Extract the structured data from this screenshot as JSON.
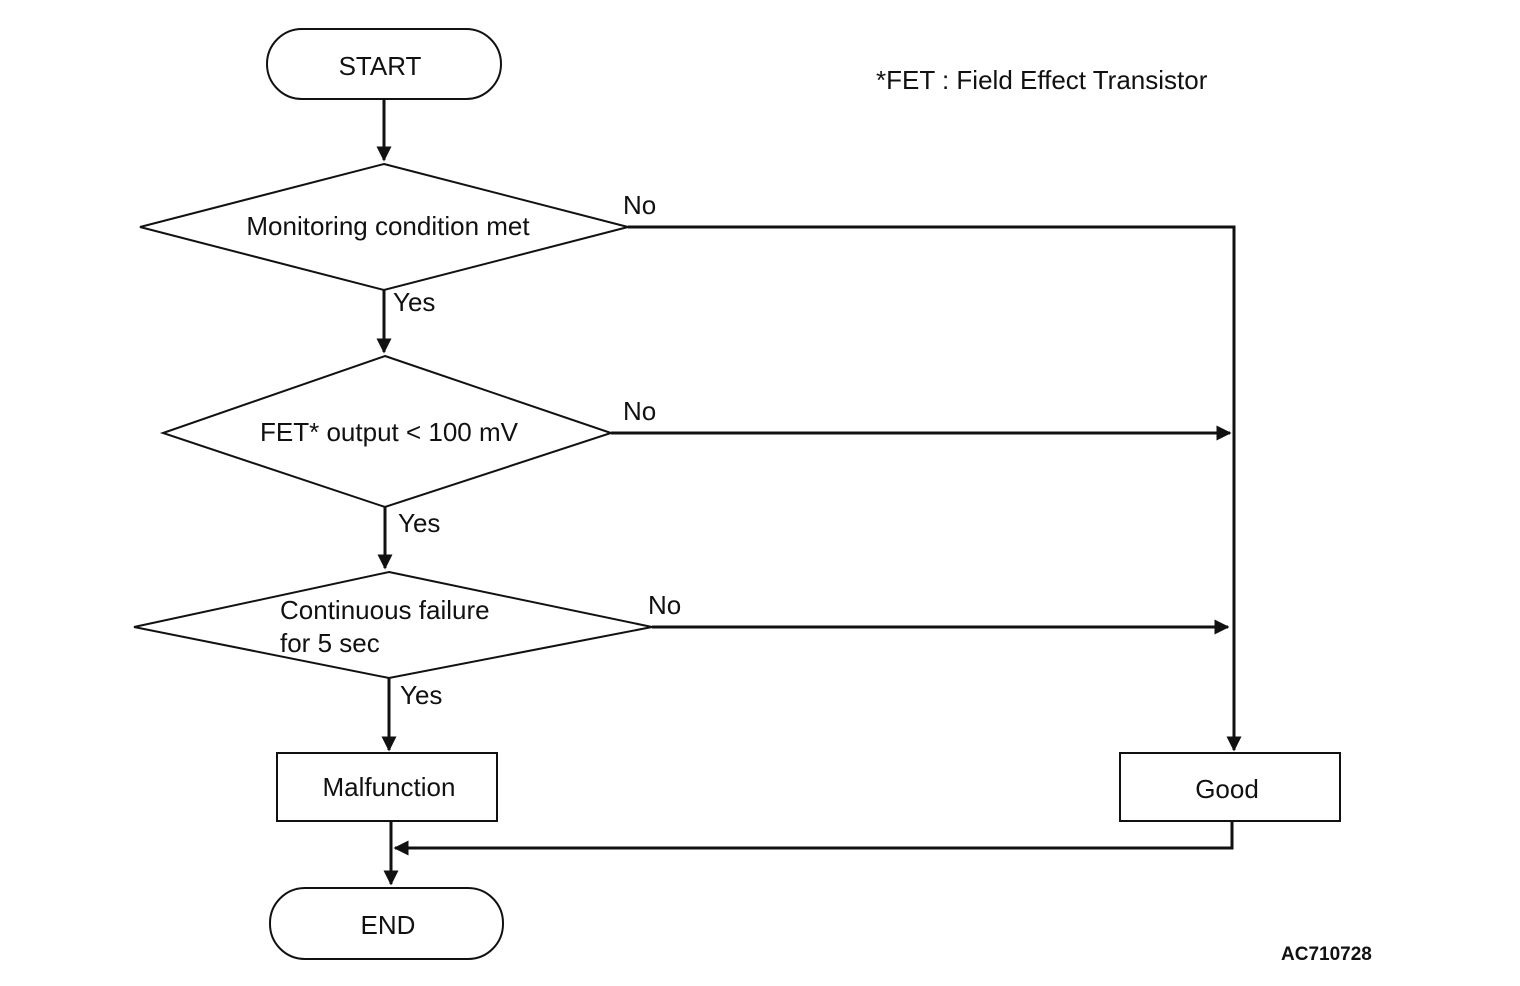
{
  "note": "*FET : Field Effect Transistor",
  "figure_code": "AC710728",
  "nodes": {
    "start": "START",
    "decision1": "Monitoring condition met",
    "decision2": "FET* output < 100 mV",
    "decision3_line1": "Continuous failure",
    "decision3_line2": "for 5 sec",
    "malfunction": "Malfunction",
    "good": "Good",
    "end": "END"
  },
  "branches": {
    "d1_no": "No",
    "d1_yes": "Yes",
    "d2_no": "No",
    "d2_yes": "Yes",
    "d3_no": "No",
    "d3_yes": "Yes"
  }
}
